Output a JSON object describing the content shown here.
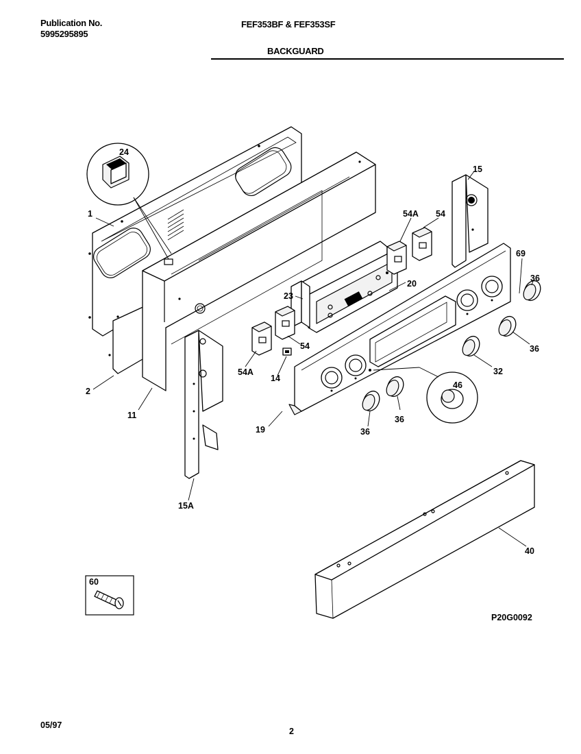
{
  "header": {
    "publication_label": "Publication No.",
    "publication_number": "5995295895",
    "models": "FEF353BF & FEF353SF",
    "section": "BACKGUARD"
  },
  "parts": {
    "p1": "1",
    "p2": "2",
    "p11": "11",
    "p14": "14",
    "p15": "15",
    "p15A": "15A",
    "p19": "19",
    "p20": "20",
    "p23": "23",
    "p24": "24",
    "p32": "32",
    "p36": "36",
    "p40": "40",
    "p46": "46",
    "p54": "54",
    "p54A": "54A",
    "p60": "60",
    "p69": "69"
  },
  "drawing_code": "P20G0092",
  "footer": {
    "date": "05/97",
    "page": "2"
  }
}
